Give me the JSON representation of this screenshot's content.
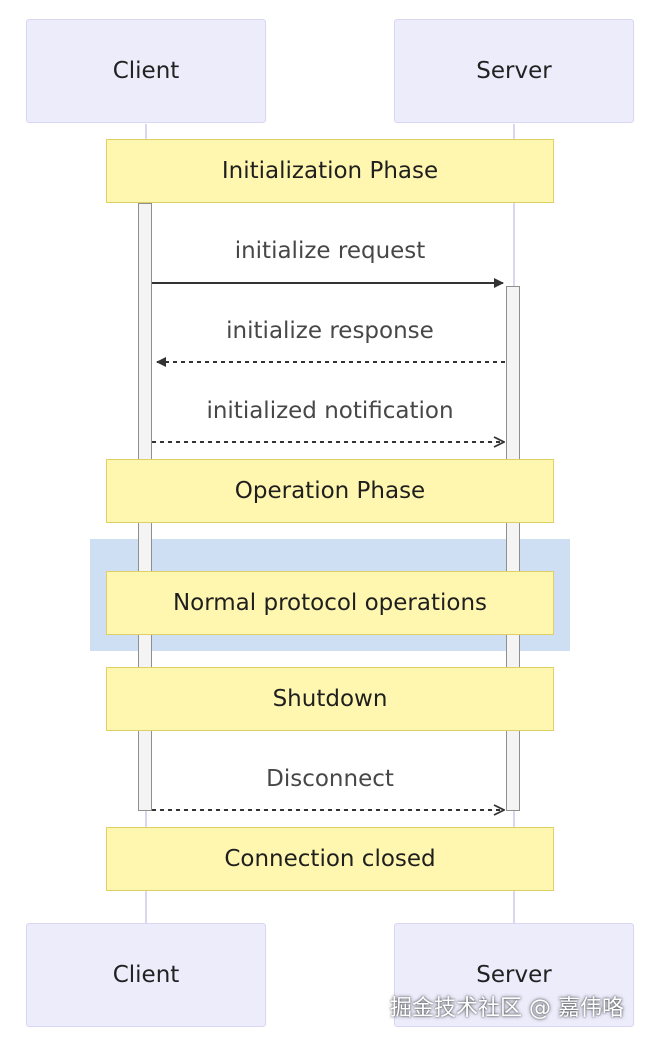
{
  "participants": {
    "client_label": "Client",
    "server_label": "Server"
  },
  "phases": {
    "initialization": "Initialization Phase",
    "operation": "Operation Phase",
    "normal_operations": "Normal protocol operations",
    "shutdown": "Shutdown",
    "connection_closed": "Connection closed"
  },
  "messages": {
    "initialize_request": "initialize request",
    "initialize_response": "initialize response",
    "initialized_notification": "initialized notification",
    "disconnect": "Disconnect"
  },
  "watermark": {
    "text": "掘金技术社区 @ 嘉伟咯"
  },
  "colors": {
    "participant_fill": "#ececfb",
    "participant_border": "#d8d6f2",
    "note_fill": "#fff7b0",
    "note_border": "#dfcf68",
    "highlight_fill": "#cfdff3",
    "lifeline": "#d9d6ee",
    "activation_fill": "#f4f4f4",
    "arrow": "#333333"
  }
}
